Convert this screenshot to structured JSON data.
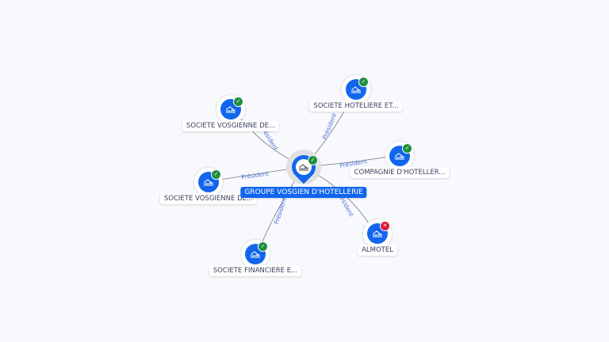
{
  "center": {
    "label": "GROUPE VOSGIEN D'HOTELLERIE",
    "status": "active",
    "icon": "building-icon"
  },
  "nodes": [
    {
      "label": "SOCIETE VOSGIENNE DE...",
      "status": "active"
    },
    {
      "label": "SOCIETE HOTELIERE ET...",
      "status": "active"
    },
    {
      "label": "COMPAGNIE D'HOTELLER...",
      "status": "active"
    },
    {
      "label": "SOCIETE VOSGIENNE DE...",
      "status": "active"
    },
    {
      "label": "ALMOTEL",
      "status": "inactive"
    },
    {
      "label": "SOCIETE FINANCIERE E...",
      "status": "active"
    }
  ],
  "edge_label": "Président",
  "colors": {
    "accent": "#1166ee",
    "active": "#1e8e3e",
    "inactive": "#d6183b",
    "edge_text": "#4a73d8"
  }
}
